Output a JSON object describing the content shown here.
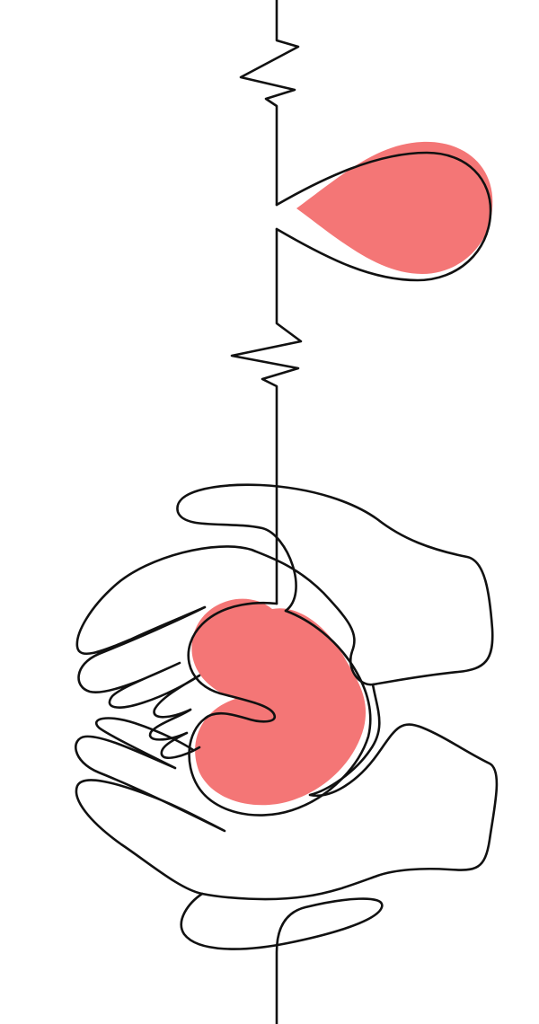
{
  "illustration": {
    "subject": "",
    "colors": {
      "background": "#ffffff",
      "line": "#111111",
      "accent": "#f47676"
    },
    "elements": [
      "pulse-line",
      "blood-drop",
      "heart",
      "cupped-hands"
    ]
  }
}
